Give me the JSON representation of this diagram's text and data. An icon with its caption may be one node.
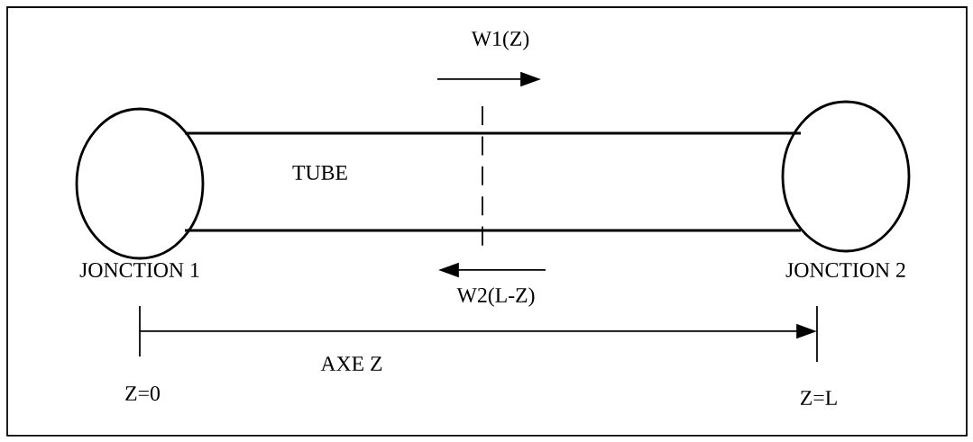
{
  "diagram": {
    "nodes": [
      {
        "text": [
          "JONCTION 1"
        ]
      },
      {
        "text": [
          "TUBE"
        ]
      },
      {
        "text": [
          "JONCTION 2"
        ]
      }
    ],
    "labels": [
      "W1(Z)",
      "W2(L-Z)",
      "AXE Z",
      "Z=0",
      "Z=L"
    ]
  }
}
